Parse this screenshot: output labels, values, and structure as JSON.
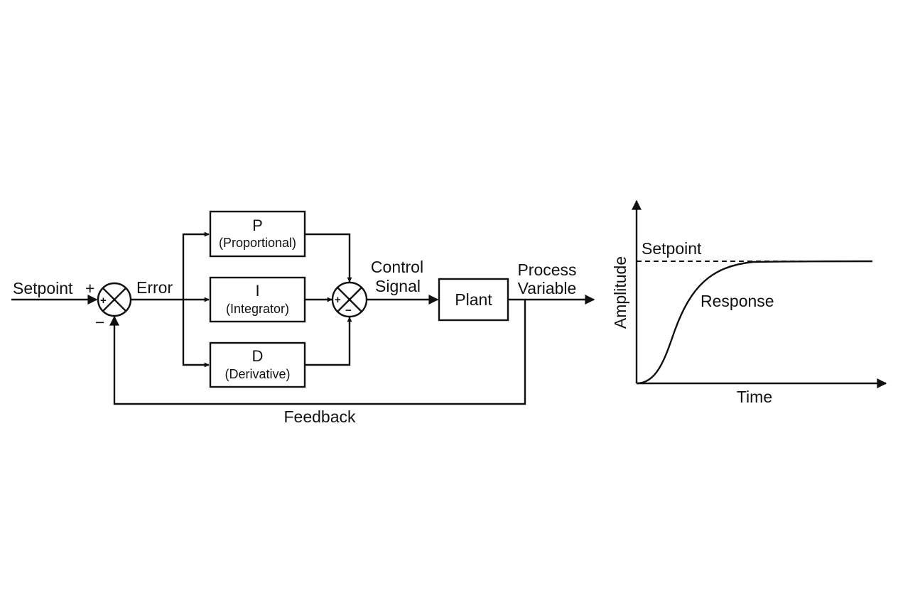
{
  "block_diagram": {
    "input_label": "Setpoint",
    "input_sign": "+",
    "feedback_sign": "−",
    "error_label": "Error",
    "blocks": [
      {
        "letter": "P",
        "name": "(Proportional)"
      },
      {
        "letter": "I",
        "name": "(Integrator)"
      },
      {
        "letter": "D",
        "name": "(Derivative)"
      }
    ],
    "sum2_plus": "+",
    "sum2_minus": "−",
    "control_signal": [
      "Control",
      "Signal"
    ],
    "plant_label": "Plant",
    "process_variable": [
      "Process",
      "Variable"
    ],
    "feedback_label": "Feedback"
  },
  "response_plot": {
    "setpoint_label": "Setpoint",
    "response_label": "Response",
    "xlabel": "Time",
    "ylabel": "Amplitude"
  },
  "colors": {
    "ink": "#111111",
    "background": "#ffffff"
  }
}
